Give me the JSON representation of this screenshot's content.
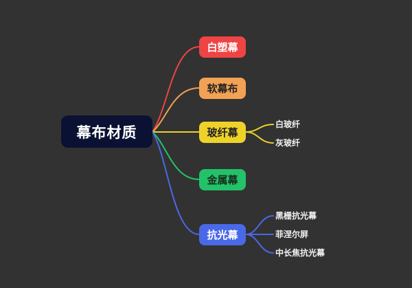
{
  "canvas": {
    "background": "#323232"
  },
  "root": {
    "label": "幕布材质",
    "bg": "#0b1133",
    "text_color": "#ffffff"
  },
  "branches": [
    {
      "label": "白塑幕",
      "color": "#ef4444",
      "text_color": "#ffffff",
      "children": []
    },
    {
      "label": "软幕布",
      "color": "#f2a254",
      "text_color": "#222222",
      "children": []
    },
    {
      "label": "玻纤幕",
      "color": "#eed229",
      "text_color": "#222222",
      "children": [
        "白玻纤",
        "灰玻纤"
      ]
    },
    {
      "label": "金属幕",
      "color": "#23c269",
      "text_color": "#1a2e1f",
      "children": []
    },
    {
      "label": "抗光幕",
      "color": "#4a69e8",
      "text_color": "#ffffff",
      "children": [
        "黑栅抗光幕",
        "菲涅尔屏",
        "中长焦抗光幕"
      ]
    }
  ]
}
